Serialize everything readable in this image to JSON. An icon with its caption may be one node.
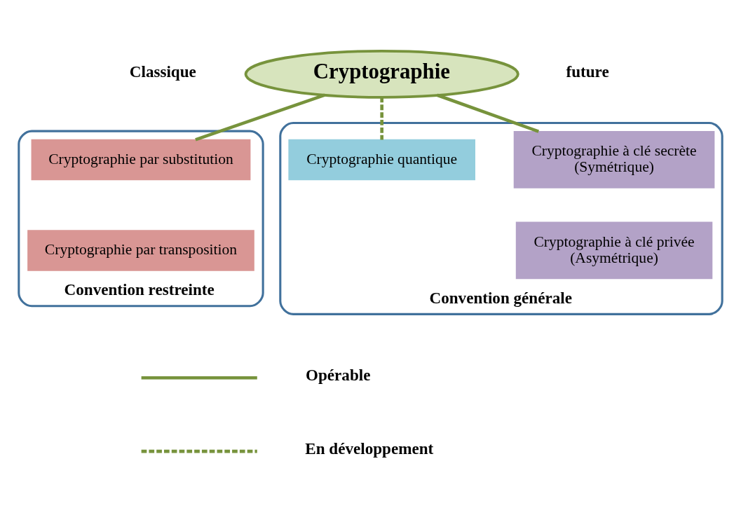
{
  "diagram": {
    "nodes": [
      {
        "text": [
          "Cryptographie"
        ]
      },
      {
        "text": [
          "Convention restreinte"
        ]
      },
      {
        "text": [
          "Cryptographie par substitution"
        ],
        "in": 1
      },
      {
        "text": [
          "Cryptographie par transposition"
        ],
        "in": 1
      },
      {
        "text": [
          "Convention générale"
        ]
      },
      {
        "text": [
          "Cryptographie à clé secrète",
          "(Symétrique)"
        ],
        "in": 4
      },
      {
        "text": [
          "Cryptographie à clé privée",
          "(Asymétrique)"
        ],
        "in": 4
      },
      {
        "text": [
          "Cryptographie quantique"
        ],
        "in": 4
      }
    ],
    "edges": [
      {
        "from": 0,
        "to": 2,
        "arrow": "none"
      },
      {
        "from": 0,
        "to": 5,
        "arrow": "none"
      },
      {
        "from": 0,
        "to": 7,
        "arrow": "none",
        "style": "dashed"
      }
    ],
    "labels": [
      "Classique",
      "future"
    ],
    "legend": [
      {
        "text": "Opérable"
      },
      {
        "text": "En développement"
      }
    ]
  }
}
